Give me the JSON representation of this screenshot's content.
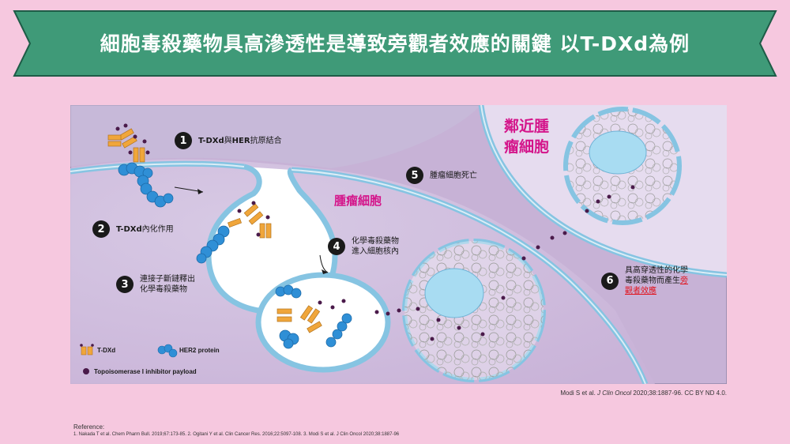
{
  "title": "細胞毒殺藥物具高滲透性是導致旁觀者效應的關鍵 以T-DXd為例",
  "colors": {
    "banner": "#3f9a78",
    "background": "#f6c8df",
    "cell_border": "#86c4e2",
    "accent_pink": "#d4148a",
    "drug_orange": "#f0a63b",
    "her2_blue": "#2f8fd6",
    "payload_purple": "#4a1a4a"
  },
  "steps": [
    {
      "num": "1",
      "bold": "T-DXd",
      "mid": "與",
      "bold2": "HER",
      "text": "抗原結合"
    },
    {
      "num": "2",
      "bold": "T-DXd",
      "text": "內化作用"
    },
    {
      "num": "3",
      "line1": "連接子斷鏈釋出",
      "line2": "化學毒殺藥物"
    },
    {
      "num": "4",
      "line1": "化學毒殺藥物",
      "line2": "進入細胞核內"
    },
    {
      "num": "5",
      "text": "腫瘤細胞死亡"
    },
    {
      "num": "6",
      "line1": "具高穿透性的化學",
      "line2_pre": "毒殺藥物而產生",
      "line2_red": "旁",
      "line3_red": "觀者效應"
    }
  ],
  "labels": {
    "tumor_cell": "腫瘤細胞",
    "neighbor_line1": "鄰近腫",
    "neighbor_line2": "瘤細胞"
  },
  "legend": {
    "tdxd": "T-DXd",
    "her2": "HER2 protein",
    "payload": "Topoisomerase I inhibitor payload"
  },
  "credit_pre": "Modi S et al. ",
  "credit_journal": "J Clin Oncol",
  "credit_post": " 2020;38:1887-96. CC BY ND 4.0.",
  "reference_heading": "Reference:",
  "reference_text": "1. Nakada T et al. Chem Pharm Bull. 2019;67:173-85. 2. Ogitani Y et al. Clin Cancer Res. 2016;22:5097-108. 3. Modi S et al. J Clin Oncol 2020;38:1887-96"
}
